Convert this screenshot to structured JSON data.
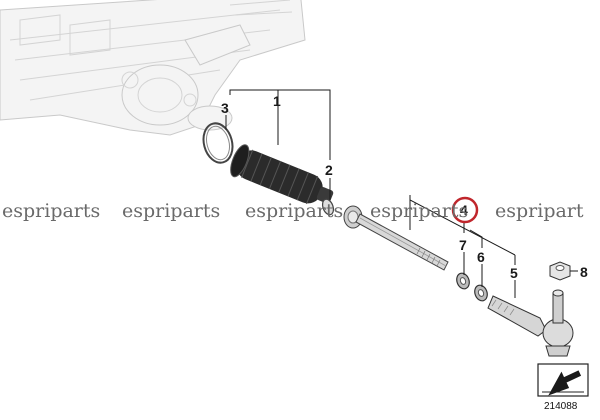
{
  "diagram": {
    "callouts": [
      {
        "id": "1",
        "label": "1"
      },
      {
        "id": "2",
        "label": "2"
      },
      {
        "id": "3",
        "label": "3"
      },
      {
        "id": "4",
        "label": "4"
      },
      {
        "id": "5",
        "label": "5"
      },
      {
        "id": "6",
        "label": "6"
      },
      {
        "id": "7",
        "label": "7"
      },
      {
        "id": "8",
        "label": "8"
      }
    ],
    "watermark": [
      "espriparts",
      "espriparts",
      "espriparts",
      "espriparts",
      "espripart"
    ],
    "reference_number": "214088",
    "highlight_color": "#c0262c",
    "icons": [
      "direction-arrow-icon"
    ]
  }
}
